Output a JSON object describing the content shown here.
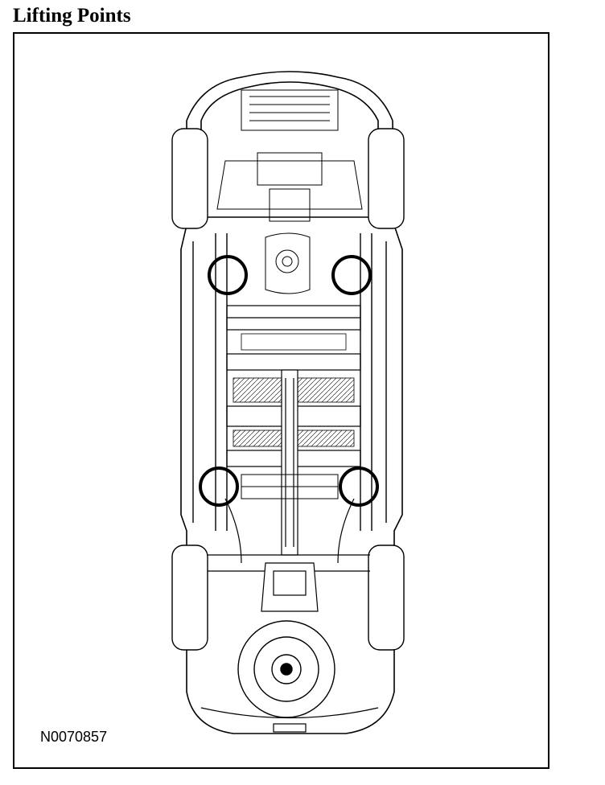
{
  "title": "Lifting Points",
  "figure_id": "N0070857",
  "lift_points": [
    {
      "name": "front-left"
    },
    {
      "name": "front-right"
    },
    {
      "name": "rear-left"
    },
    {
      "name": "rear-right"
    }
  ],
  "colors": {
    "line": "#000000",
    "background": "#ffffff"
  }
}
